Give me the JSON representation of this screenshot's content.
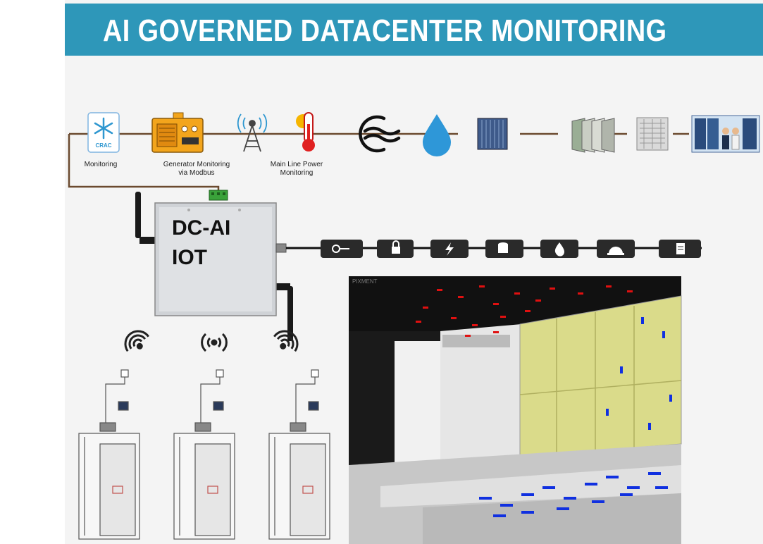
{
  "banner": {
    "title": "AI GOVERNED DATACENTER MONITORING"
  },
  "top_chain": {
    "crac_text": "CRAC",
    "labels": {
      "crac": "Monitoring",
      "generator": "Generator Monitoring\nvia Modbus",
      "power": "Main Line Power\nMonitoring"
    }
  },
  "iot_device": {
    "line1": "DC-AI",
    "line2": "IOT"
  },
  "cfd_panel": {
    "watermark": "PIXMENT"
  },
  "colors": {
    "banner": "#2e97b9",
    "wire": "#6b4a2f",
    "sensor": "#2a2a2a",
    "cfd_hot": "#e01010",
    "cfd_cold": "#1030e0",
    "cfd_grille": "#e8e8a0"
  },
  "icons": [
    "snowflake-icon",
    "generator-icon",
    "antenna-tower-icon",
    "thermometer-icon",
    "airflow-icon",
    "water-drop-icon",
    "air-filter-icon",
    "filter-panels-icon",
    "grille-icon",
    "server-room-icon",
    "key-icon",
    "lock-icon",
    "lightning-icon",
    "database-icon",
    "fire-icon",
    "helmet-icon",
    "document-icon",
    "wifi-signal-icon"
  ]
}
